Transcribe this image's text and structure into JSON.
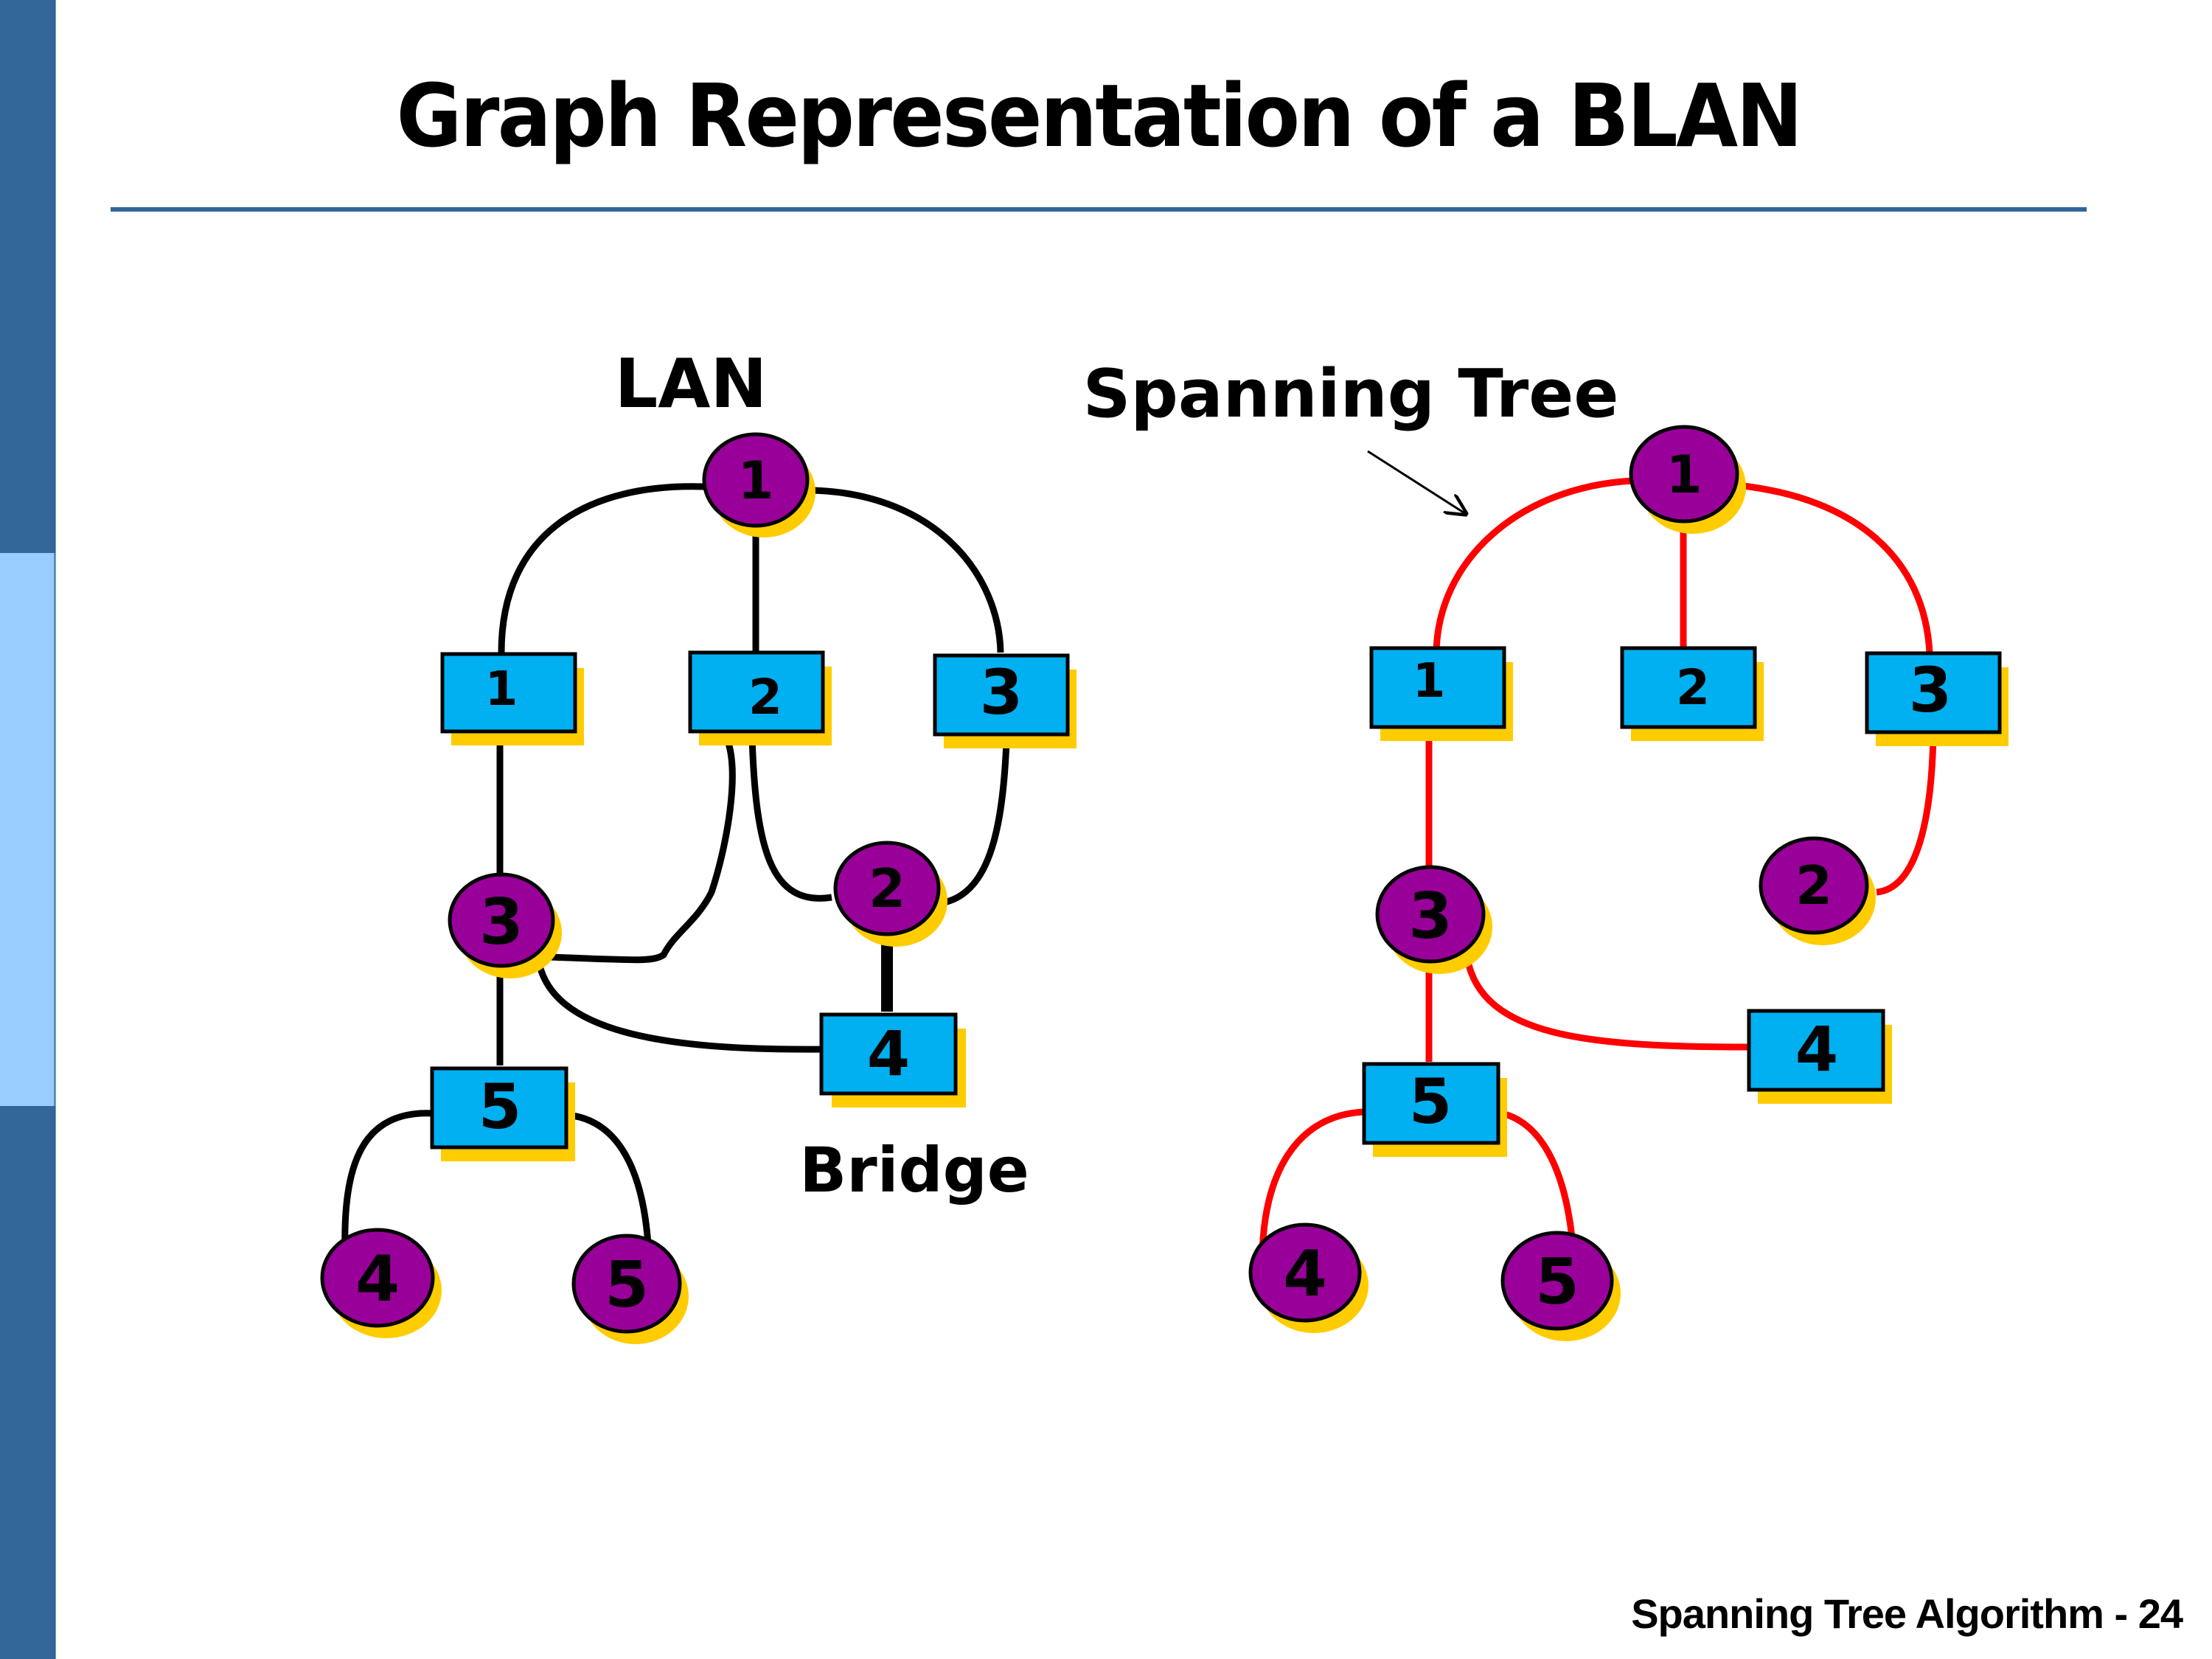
{
  "slide": {
    "title": "Graph Representation of a BLAN",
    "footer": "Spanning Tree Algorithm - 24"
  },
  "colors": {
    "sidebar_dark": "#336699",
    "sidebar_light": "#99ccff",
    "rule": "#336699",
    "lan_node_fill": "#990099",
    "bridge_fill": "#00b0f0",
    "shadow": "#ffcc00",
    "lan_edge": "#000000",
    "tree_edge": "#ff0000"
  },
  "left_diagram": {
    "label": "LAN",
    "bridge_label": "Bridge",
    "lans": [
      {
        "id": "1",
        "label": "1"
      },
      {
        "id": "2",
        "label": "2"
      },
      {
        "id": "3",
        "label": "3"
      },
      {
        "id": "4",
        "label": "4"
      },
      {
        "id": "5",
        "label": "5"
      }
    ],
    "bridges": [
      {
        "id": "1",
        "label": "1"
      },
      {
        "id": "2",
        "label": "2"
      },
      {
        "id": "3",
        "label": "3"
      },
      {
        "id": "4",
        "label": "4"
      },
      {
        "id": "5",
        "label": "5"
      }
    ],
    "edges": [
      [
        "LAN1",
        "B1"
      ],
      [
        "LAN1",
        "B2"
      ],
      [
        "LAN1",
        "B3"
      ],
      [
        "B1",
        "LAN3"
      ],
      [
        "B2",
        "LAN3"
      ],
      [
        "B2",
        "LAN2"
      ],
      [
        "B3",
        "LAN2"
      ],
      [
        "LAN2",
        "B4"
      ],
      [
        "LAN3",
        "B4"
      ],
      [
        "LAN3",
        "B5"
      ],
      [
        "B5",
        "LAN4"
      ],
      [
        "B5",
        "LAN5"
      ]
    ]
  },
  "right_diagram": {
    "label": "Spanning Tree",
    "lans": [
      {
        "id": "1",
        "label": "1"
      },
      {
        "id": "2",
        "label": "2"
      },
      {
        "id": "3",
        "label": "3"
      },
      {
        "id": "4",
        "label": "4"
      },
      {
        "id": "5",
        "label": "5"
      }
    ],
    "bridges": [
      {
        "id": "1",
        "label": "1"
      },
      {
        "id": "2",
        "label": "2"
      },
      {
        "id": "3",
        "label": "3"
      },
      {
        "id": "4",
        "label": "4"
      },
      {
        "id": "5",
        "label": "5"
      }
    ],
    "edges": [
      [
        "LAN1",
        "B1"
      ],
      [
        "LAN1",
        "B2"
      ],
      [
        "LAN1",
        "B3"
      ],
      [
        "B1",
        "LAN3"
      ],
      [
        "B3",
        "LAN2"
      ],
      [
        "LAN3",
        "B4"
      ],
      [
        "LAN3",
        "B5"
      ],
      [
        "B5",
        "LAN4"
      ],
      [
        "B5",
        "LAN5"
      ]
    ]
  }
}
